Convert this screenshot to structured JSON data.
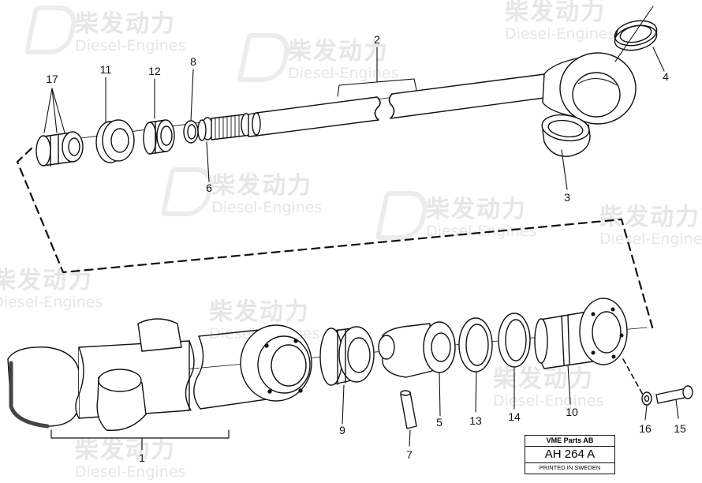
{
  "watermark": {
    "brand_cn": "柴发动力",
    "brand_en": "Diesel-Engines"
  },
  "part_labels": {
    "p1": "1",
    "p2": "2",
    "p3": "3",
    "p4": "4",
    "p5": "5",
    "p6": "6",
    "p7": "7",
    "p8": "8",
    "p9": "9",
    "p10": "10",
    "p11": "11",
    "p12": "12",
    "p13": "13",
    "p14": "14",
    "p15": "15",
    "p16": "16",
    "p17": "17"
  },
  "stamp": {
    "company": "VME Parts AB",
    "code": "AH 264 A",
    "printed": "PRINTED IN SWEDEN"
  }
}
